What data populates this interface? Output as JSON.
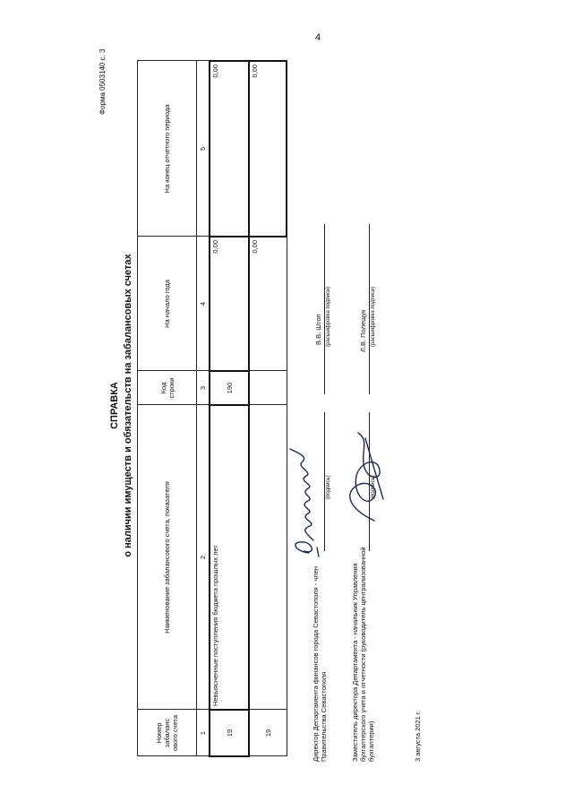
{
  "page_number": "4",
  "form_code": "Форма 0503140 с. 3",
  "title": "СПРАВКА",
  "subtitle": "о наличии имуществ и обязательств на забалансовых счетах",
  "table": {
    "headers": {
      "col1": "Номер забаланс ового счета",
      "col2": "Наименование забалансового счета, показателя",
      "col3": "Код строки",
      "col4": "На начало года",
      "col5": "На конец отчетного периода"
    },
    "col_numbers": [
      "1",
      "2",
      "3",
      "4",
      "5"
    ],
    "rows": [
      {
        "account": "19",
        "name": "Невыясненные поступления бюджета прошлых лет",
        "code": "190",
        "start": "0,00",
        "end": "0,00"
      },
      {
        "account": "19",
        "name": "",
        "code": "",
        "start": "0,00",
        "end": "0,00"
      }
    ]
  },
  "signatures": {
    "director": {
      "position": "Директор Департамента финансов города Севастополя - член Правительства Севастополя",
      "signature_caption": "(подпись)",
      "name": "В.В. Штоп",
      "name_caption": "(расшифровка подписи)"
    },
    "deputy": {
      "position": "Заместитель директора Департамента - начальник Управления бухгалтерского учета и отчетности (руководитель централизованной бухгалтерии)",
      "signature_caption": "(подпись)",
      "name": "Л.В. Полещук",
      "name_caption": "(расшифровка подписи)"
    }
  },
  "date": "3 августа 2021 г."
}
